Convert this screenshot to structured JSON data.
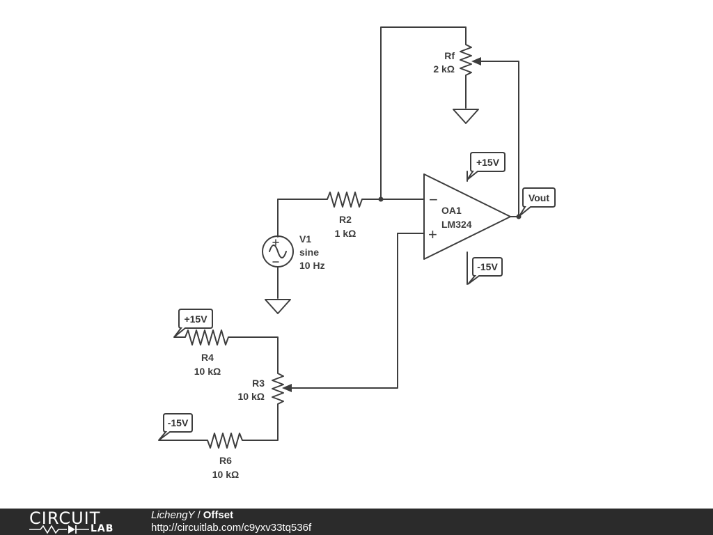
{
  "schematic": {
    "components": {
      "rf": {
        "ref": "Rf",
        "value": "2 kΩ"
      },
      "r2": {
        "ref": "R2",
        "value": "1 kΩ"
      },
      "v1": {
        "ref": "V1",
        "type": "sine",
        "freq": "10 Hz"
      },
      "oa1": {
        "ref": "OA1",
        "part": "LM324",
        "minus": "−",
        "plus": "+"
      },
      "r4": {
        "ref": "R4",
        "value": "10 kΩ"
      },
      "r3": {
        "ref": "R3",
        "value": "10 kΩ"
      },
      "r6": {
        "ref": "R6",
        "value": "10 kΩ"
      }
    },
    "net_labels": {
      "opamp_vplus": "+15V",
      "opamp_vminus": "-15V",
      "vout": "Vout",
      "r4_supply": "+15V",
      "r6_supply": "-15V"
    },
    "colors": {
      "wire": "#3d3d3d",
      "footer_bg": "#2b2b2b"
    }
  },
  "footer": {
    "logo_top": "CIRCUIT",
    "logo_bottom": "LAB",
    "author": "LichengY",
    "separator": "/",
    "circuit_name": "Offset",
    "url": "http://circuitlab.com/c9yxv33tq536f"
  }
}
